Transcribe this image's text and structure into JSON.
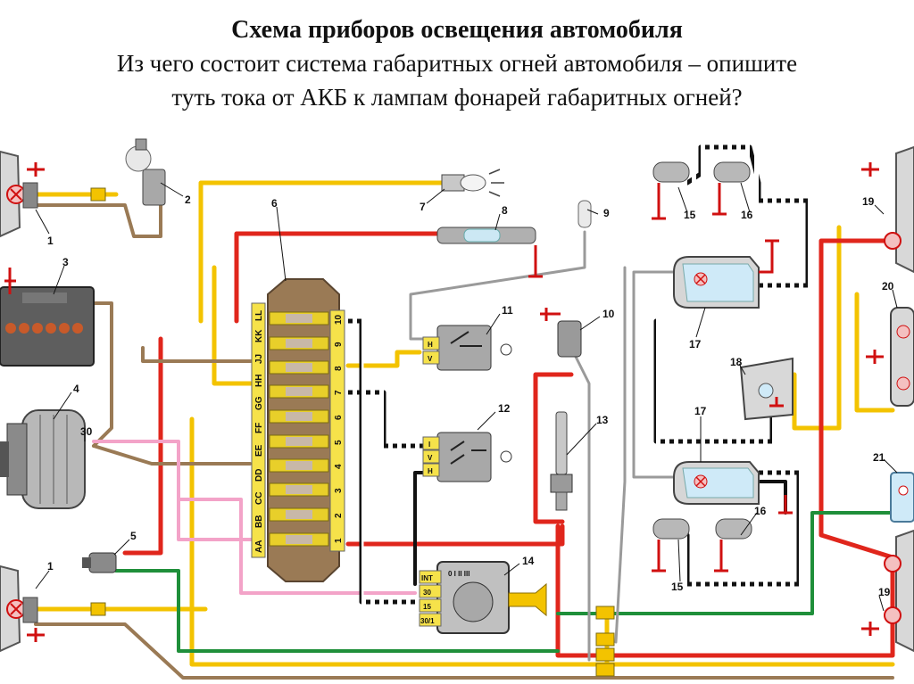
{
  "header": {
    "title": "Схема  приборов освещения автомобиля",
    "subtitle_line1": "Из чего состоит система габаритных огней автомобиля – опишите",
    "subtitle_line2": "туть тока от АКБ  к лампам фонарей габаритных огней?"
  },
  "labels": {
    "c1a": "1",
    "c1b": "1",
    "c2": "2",
    "c3": "3",
    "c4": "4",
    "c30": "30",
    "c5": "5",
    "c6": "6",
    "c7": "7",
    "c8": "8",
    "c9": "9",
    "c10": "10",
    "c11": "11",
    "c12": "12",
    "c13": "13",
    "c14": "14",
    "c15a": "15",
    "c15b": "15",
    "c16a": "16",
    "c16b": "16",
    "c17a": "17",
    "c17b": "17",
    "c18": "18",
    "c19a": "19",
    "c19b": "19",
    "c20": "20",
    "c21": "21"
  },
  "fuse_box": {
    "left_labels": [
      "LL",
      "KK",
      "JJ",
      "HH",
      "GG",
      "FF",
      "EE",
      "DD",
      "CC",
      "BB",
      "AA"
    ],
    "right_numbers": [
      "10",
      "9",
      "8",
      "7",
      "6",
      "5",
      "4",
      "3",
      "2",
      "1"
    ]
  },
  "switch_11_pins": [
    "H",
    "V"
  ],
  "switch_12_pins": [
    "I",
    "V",
    "H"
  ],
  "ignition_14": {
    "top_numbers": "0 I II III",
    "pins": [
      "INT",
      "30",
      "15",
      "30/1"
    ]
  },
  "colors": {
    "yellow": "#f3c300",
    "red": "#e0261c",
    "brown": "#9a7a55",
    "green": "#1f8f3a",
    "pink": "#f3a3c8",
    "grey": "#9a9a9a",
    "black": "#111111",
    "blue": "#2f74c0"
  }
}
